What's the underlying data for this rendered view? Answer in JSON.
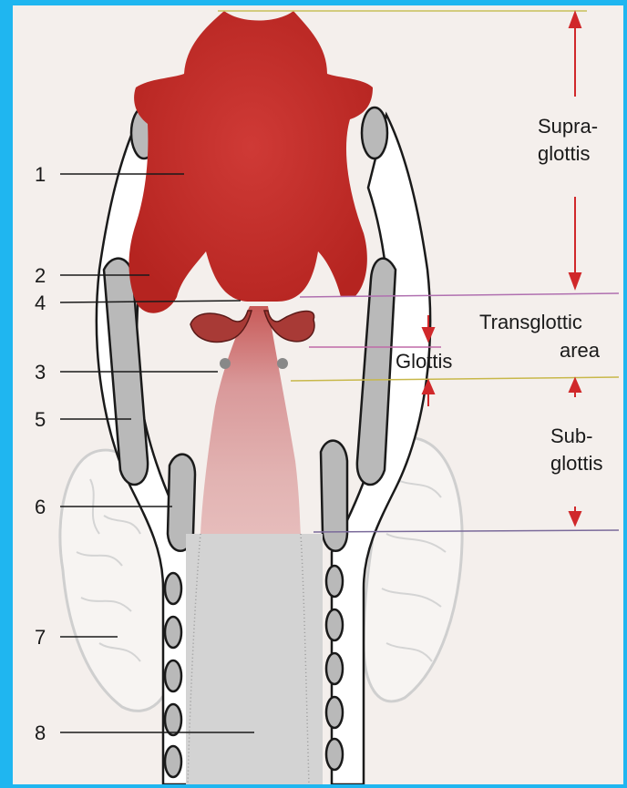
{
  "numbers": [
    "1",
    "2",
    "3",
    "4",
    "5",
    "6",
    "7",
    "8"
  ],
  "regions": {
    "supraglottis_line1": "Supra-",
    "supraglottis_line2": "glottis",
    "transglottic_line1": "Transglottic",
    "transglottic_line2": "area",
    "glottis": "Glottis",
    "subglottis_line1": "Sub-",
    "subglottis_line2": "glottis"
  },
  "colors": {
    "border": "#1fb6f0",
    "background": "#f4efec",
    "tissue_red": "#c8302e",
    "cartilage_gray": "#b9b9b9",
    "airway_pink": "#dca0a0",
    "airway_gray": "#cfcfcf",
    "arrow_red": "#d0282a",
    "thyroid_outline": "#c9c9c9"
  }
}
